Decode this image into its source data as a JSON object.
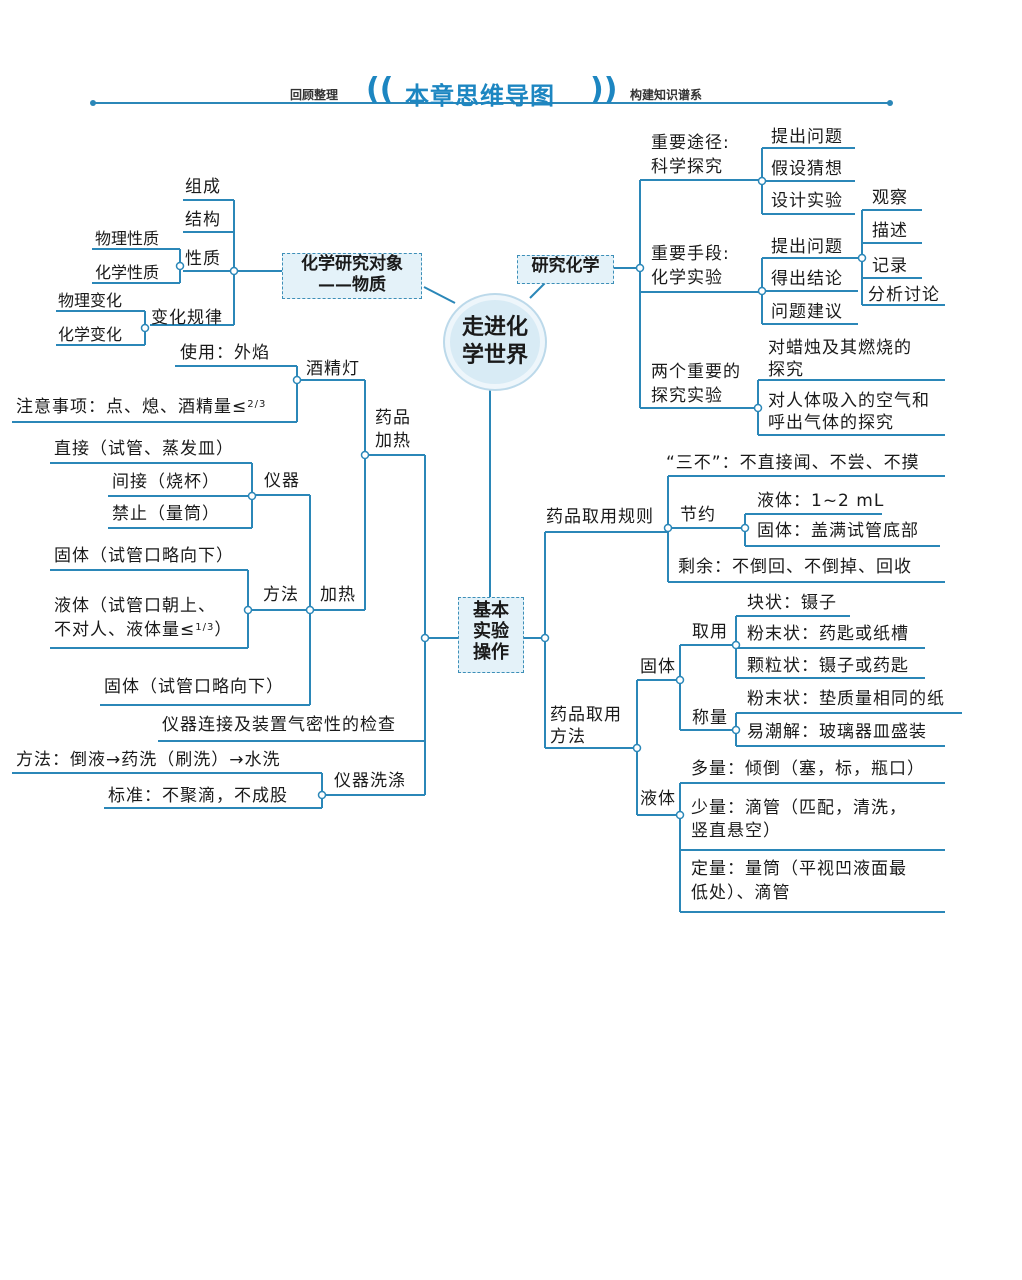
{
  "header": {
    "left_tag": "回顾整理",
    "title": "本章思维导图",
    "right_tag": "构建知识谱系"
  },
  "center": "走进化学世界",
  "research_object": {
    "title_line1": "化学研究对象",
    "title_line2": "——物质",
    "composition": "组成",
    "structure": "结构",
    "property": "性质",
    "physical_property": "物理性质",
    "chemical_property": "化学性质",
    "change_rule": "变化规律",
    "physical_change": "物理变化",
    "chemical_change": "化学变化"
  },
  "study_chemistry": {
    "title": "研究化学",
    "path_line1": "重要途径:",
    "path_line2": "科学探究",
    "path_steps": [
      "提出问题",
      "假设猜想",
      "设计实验"
    ],
    "means_line1": "重要手段:",
    "means_line2": "化学实验",
    "means_steps": [
      "提出问题",
      "得出结论",
      "问题建议"
    ],
    "observe": [
      "观察",
      "描述",
      "记录",
      "分析讨论"
    ],
    "exp_line1": "两个重要的",
    "exp_line2": "探究实验",
    "exp1_line1": "对蜡烛及其燃烧的",
    "exp1_line2": "探究",
    "exp2_line1": "对人体吸入的空气和",
    "exp2_line2": "呼出气体的探究"
  },
  "basic_ops": {
    "title": "基本实验操作",
    "heating": {
      "title_line1": "药品",
      "title_line2": "加热",
      "lamp": "酒精灯",
      "use": "使用：外焰",
      "note": "注意事项：点、熄、酒精量≤",
      "note_frac": "2/3",
      "instrument": "仪器",
      "direct": "直接（试管、蒸发皿）",
      "indirect": "间接（烧杯）",
      "forbidden": "禁止（量筒）",
      "heat": "加热",
      "method": "方法",
      "solid": "固体（试管口略向下）",
      "liquid_line1": "液体（试管口朝上、",
      "liquid_line2": "不对人、液体量≤",
      "liquid_frac": "1/3",
      "liquid_end": "）",
      "solid2": "固体（试管口略向下）"
    },
    "connect": "仪器连接及装置气密性的检查",
    "wash": {
      "title": "仪器洗涤",
      "method": "方法：倒液→药洗（刷洗）→水洗",
      "standard": "标准：不聚滴，不成股"
    },
    "rules": {
      "title": "药品取用规则",
      "three_no": "“三不”：不直接闻、不尝、不摸",
      "save": "节约",
      "liquid": "液体：1~2 mL",
      "solid": "固体：盖满试管底部",
      "rest": "剩余：不倒回、不倒掉、回收"
    },
    "methods": {
      "title_line1": "药品取用",
      "title_line2": "方法",
      "solid": "固体",
      "take": "取用",
      "block": "块状：镊子",
      "powder": "粉末状：药匙或纸槽",
      "granule": "颗粒状：镊子或药匙",
      "weigh": "称量",
      "powder_w": "粉末状：垫质量相同的纸",
      "deliq": "易潮解：玻璃器皿盛装",
      "liquid": "液体",
      "much": "多量：倾倒（塞，标，瓶口）",
      "little_line1": "少量：滴管（匹配，清洗，",
      "little_line2": "竖直悬空）",
      "fixed_line1": "定量：量筒（平视凹液面最",
      "fixed_line2": "低处）、滴管"
    }
  }
}
